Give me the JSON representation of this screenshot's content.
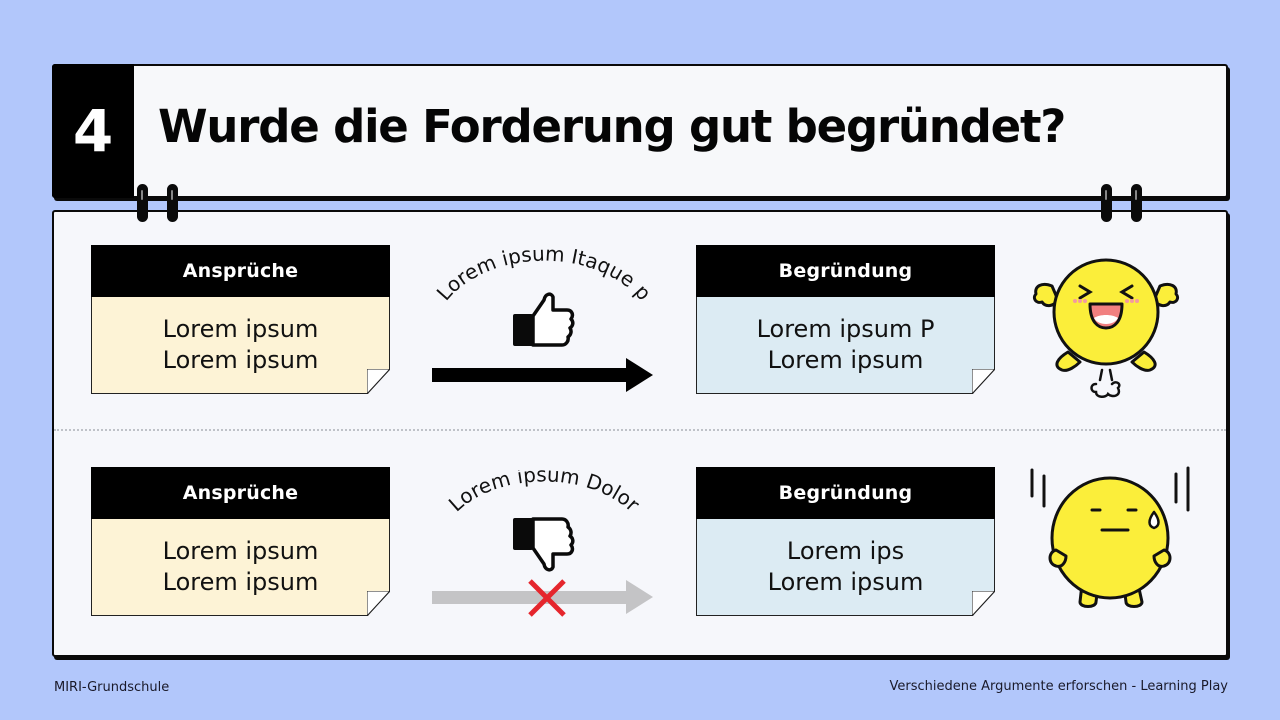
{
  "header": {
    "number": "4",
    "title": "Wurde die Forderung gut begründet?"
  },
  "rows": [
    {
      "claim": {
        "heading": "Ansprüche",
        "lines": [
          "Lorem ipsum",
          "Lorem ipsum"
        ]
      },
      "connector": {
        "arc_text": "Lorem ipsum Itaque p",
        "icon": "thumbs-up-icon",
        "arrow_color": "#000000",
        "crossed": false
      },
      "reason": {
        "heading": "Begründung",
        "lines": [
          "Lorem ipsum P",
          "Lorem ipsum"
        ]
      },
      "mascot": "happy-jumping-mascot"
    },
    {
      "claim": {
        "heading": "Ansprüche",
        "lines": [
          "Lorem ipsum",
          "Lorem ipsum"
        ]
      },
      "connector": {
        "arc_text": "Lorem ipsum Dolor",
        "icon": "thumbs-down-icon",
        "arrow_color": "#c4c4c6",
        "crossed": true,
        "cross_color": "#e5262d"
      },
      "reason": {
        "heading": "Begründung",
        "lines": [
          "Lorem ips",
          "Lorem ipsum"
        ]
      },
      "mascot": "nervous-sweating-mascot"
    }
  ],
  "footer": {
    "left": "MIRI-Grundschule",
    "right": "Verschiedene Argumente erforschen - Learning Play"
  },
  "colors": {
    "background": "#b2c7fb",
    "panel": "#f6f7fb",
    "claim_body": "#fdf3d6",
    "reason_body": "#dcebf3",
    "mascot_yellow": "#fbee3a",
    "cheek_pink": "#f59aa0"
  }
}
